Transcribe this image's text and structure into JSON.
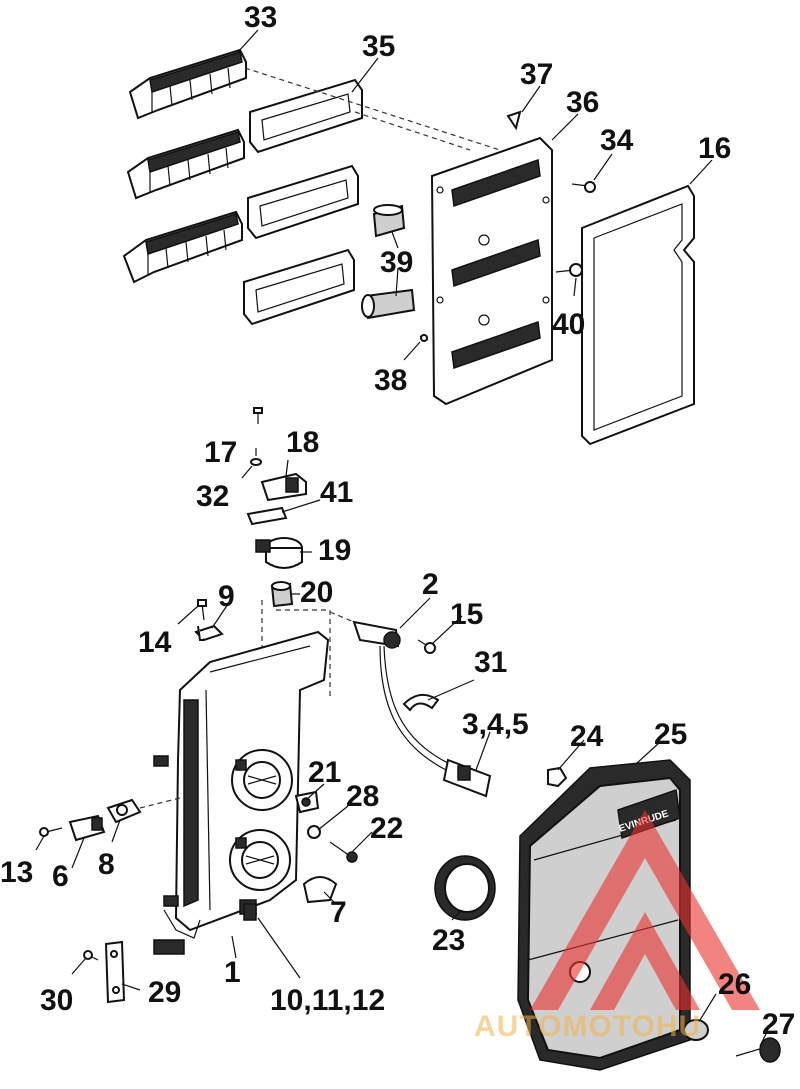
{
  "labels": {
    "p33": "33",
    "p35": "35",
    "p37": "37",
    "p36": "36",
    "p34": "34",
    "p16": "16",
    "p39": "39",
    "p40": "40",
    "p38": "38",
    "p17": "17",
    "p18": "18",
    "p32": "32",
    "p41": "41",
    "p19": "19",
    "p20": "20",
    "p2": "2",
    "p15": "15",
    "p9": "9",
    "p14": "14",
    "p31": "31",
    "p345": "3,4,5",
    "p24": "24",
    "p25": "25",
    "p21": "21",
    "p28": "28",
    "p22": "22",
    "p13": "13",
    "p6": "6",
    "p8": "8",
    "p7": "7",
    "p23": "23",
    "p30": "30",
    "p29": "29",
    "p1": "1",
    "p101112": "10,11,12",
    "p26": "26",
    "p27": "27"
  },
  "watermark": {
    "text": "AUTOMOTOHU",
    "color": "#e8312f",
    "accent": "#f2b24a"
  },
  "cover_badge": "EVINRUDE"
}
